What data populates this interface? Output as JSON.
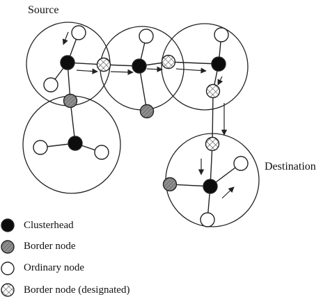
{
  "labels": {
    "source": "Source",
    "destination": "Destination"
  },
  "legend": [
    {
      "kind": "clusterhead",
      "label": "Clusterhead"
    },
    {
      "kind": "border",
      "label": "Border node"
    },
    {
      "kind": "ordinary",
      "label": "Ordinary node"
    },
    {
      "kind": "designated",
      "label": "Border node  (designated)"
    }
  ],
  "colors": {
    "line": "#222222",
    "clusterhead": "#0d0d0d",
    "border_fill": "#9a9a9a",
    "ordinary_fill": "#ffffff"
  }
}
